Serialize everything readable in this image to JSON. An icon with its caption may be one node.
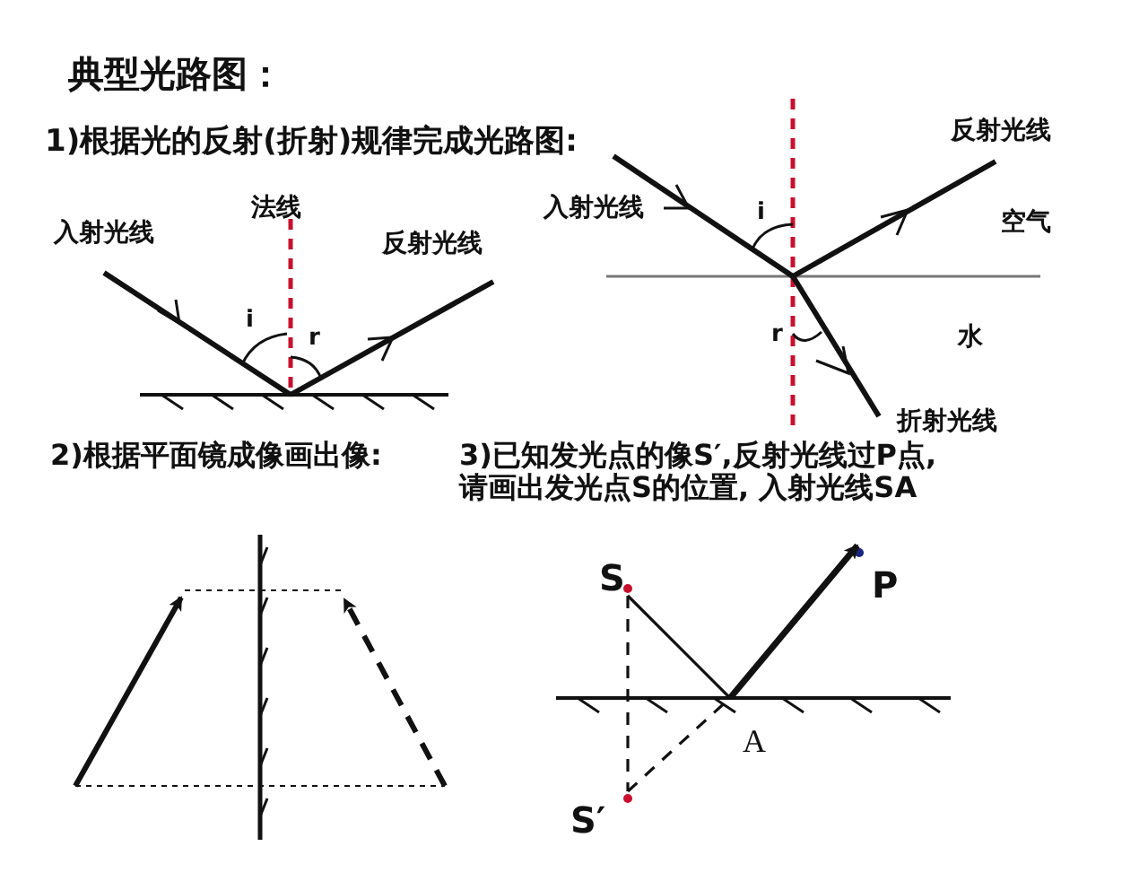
{
  "diagram": {
    "title": "典型光路图：",
    "nodes": [
      {
        "text": [
          "S"
        ]
      },
      {
        "text": [
          "A"
        ]
      },
      {
        "text": [
          "P"
        ]
      },
      {
        "text": [
          "S′"
        ]
      }
    ],
    "edges": [
      {
        "from": 0,
        "to": 1,
        "arrow": "none"
      },
      {
        "from": 1,
        "to": 2,
        "arrow": "to",
        "style": "thick"
      },
      {
        "from": 0,
        "to": 3,
        "arrow": "none",
        "style": "dashed"
      },
      {
        "from": 3,
        "to": 1,
        "arrow": "none",
        "style": "dashed"
      }
    ],
    "labels": [
      "1)根据光的反射(折射)规律完成光路图:",
      "法线",
      "入射光线",
      "反射光线",
      "i",
      "r",
      "反射光线",
      "入射光线",
      "i",
      "空气",
      "r",
      "水",
      "折射光线",
      "2)根据平面镜成像画出像:",
      "3)已知发光点的像S′,反射光线过P点,请画出发光点S的位置, 入射光线SA"
    ]
  }
}
